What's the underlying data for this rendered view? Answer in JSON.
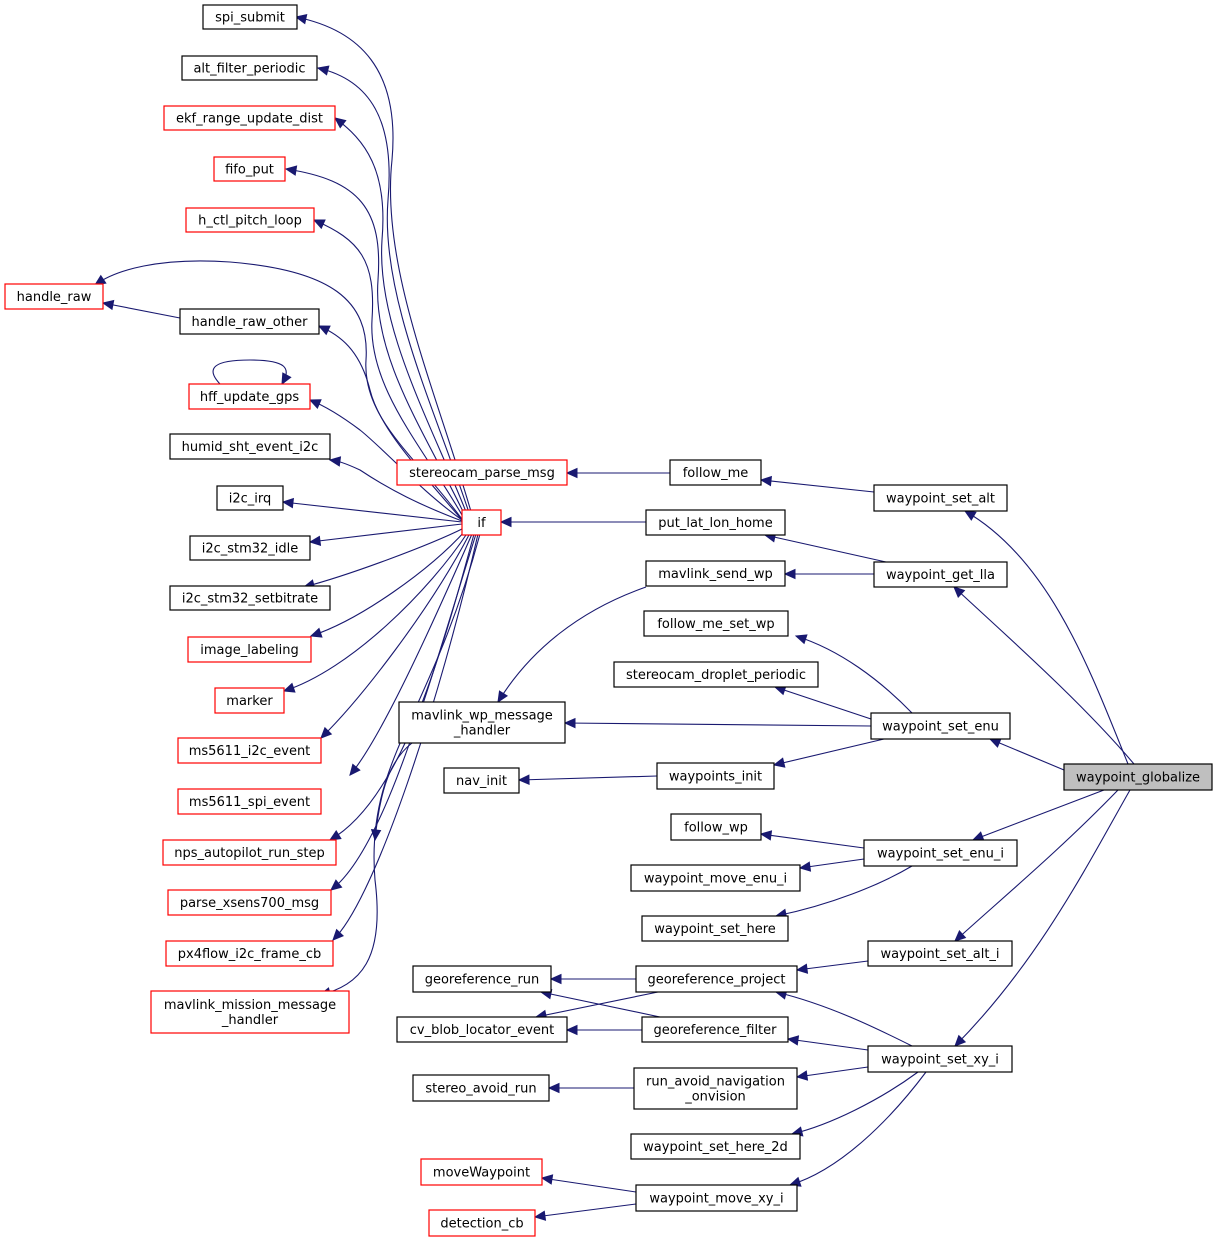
{
  "colors": {
    "edge": "#191970",
    "border_default": "#000000",
    "border_undocumented": "#ff0000",
    "fill_default": "#ffffff",
    "fill_focus": "#bfbfbf"
  },
  "graph": {
    "title": "",
    "nodes": [
      {
        "id": "spi_submit",
        "lines": [
          "spi_submit"
        ],
        "style": "default"
      },
      {
        "id": "alt_filter_periodic",
        "lines": [
          "alt_filter_periodic"
        ],
        "style": "default"
      },
      {
        "id": "ekf_range_update_dist",
        "lines": [
          "ekf_range_update_dist"
        ],
        "style": "undocumented"
      },
      {
        "id": "fifo_put",
        "lines": [
          "fifo_put"
        ],
        "style": "undocumented"
      },
      {
        "id": "h_ctl_pitch_loop",
        "lines": [
          "h_ctl_pitch_loop"
        ],
        "style": "undocumented"
      },
      {
        "id": "handle_raw",
        "lines": [
          "handle_raw"
        ],
        "style": "undocumented"
      },
      {
        "id": "handle_raw_other",
        "lines": [
          "handle_raw_other"
        ],
        "style": "default"
      },
      {
        "id": "hff_update_gps",
        "lines": [
          "hff_update_gps"
        ],
        "style": "undocumented"
      },
      {
        "id": "humid_sht_event_i2c",
        "lines": [
          "humid_sht_event_i2c"
        ],
        "style": "default"
      },
      {
        "id": "i2c_irq",
        "lines": [
          "i2c_irq"
        ],
        "style": "default"
      },
      {
        "id": "i2c_stm32_idle",
        "lines": [
          "i2c_stm32_idle"
        ],
        "style": "default"
      },
      {
        "id": "i2c_stm32_setbitrate",
        "lines": [
          "i2c_stm32_setbitrate"
        ],
        "style": "default"
      },
      {
        "id": "image_labeling",
        "lines": [
          "image_labeling"
        ],
        "style": "undocumented"
      },
      {
        "id": "marker",
        "lines": [
          "marker"
        ],
        "style": "undocumented"
      },
      {
        "id": "ms5611_i2c_event",
        "lines": [
          "ms5611_i2c_event"
        ],
        "style": "undocumented"
      },
      {
        "id": "ms5611_spi_event",
        "lines": [
          "ms5611_spi_event"
        ],
        "style": "undocumented"
      },
      {
        "id": "nps_autopilot_run_step",
        "lines": [
          "nps_autopilot_run_step"
        ],
        "style": "undocumented"
      },
      {
        "id": "parse_xsens700_msg",
        "lines": [
          "parse_xsens700_msg"
        ],
        "style": "undocumented"
      },
      {
        "id": "px4flow_i2c_frame_cb",
        "lines": [
          "px4flow_i2c_frame_cb"
        ],
        "style": "undocumented"
      },
      {
        "id": "mavlink_mission_message_handler",
        "lines": [
          "mavlink_mission_message",
          "_handler"
        ],
        "style": "undocumented"
      },
      {
        "id": "if",
        "lines": [
          "if"
        ],
        "style": "undocumented"
      },
      {
        "id": "stereocam_parse_msg",
        "lines": [
          "stereocam_parse_msg"
        ],
        "style": "undocumented"
      },
      {
        "id": "follow_me",
        "lines": [
          "follow_me"
        ],
        "style": "default"
      },
      {
        "id": "put_lat_lon_home",
        "lines": [
          "put_lat_lon_home"
        ],
        "style": "default"
      },
      {
        "id": "mavlink_send_wp",
        "lines": [
          "mavlink_send_wp"
        ],
        "style": "default"
      },
      {
        "id": "follow_me_set_wp",
        "lines": [
          "follow_me_set_wp"
        ],
        "style": "default"
      },
      {
        "id": "stereocam_droplet_periodic",
        "lines": [
          "stereocam_droplet_periodic"
        ],
        "style": "default"
      },
      {
        "id": "mavlink_wp_message_handler",
        "lines": [
          "mavlink_wp_message",
          "_handler"
        ],
        "style": "default"
      },
      {
        "id": "nav_init",
        "lines": [
          "nav_init"
        ],
        "style": "default"
      },
      {
        "id": "waypoints_init",
        "lines": [
          "waypoints_init"
        ],
        "style": "default"
      },
      {
        "id": "waypoint_set_alt",
        "lines": [
          "waypoint_set_alt"
        ],
        "style": "default"
      },
      {
        "id": "waypoint_get_lla",
        "lines": [
          "waypoint_get_lla"
        ],
        "style": "default"
      },
      {
        "id": "waypoint_set_enu",
        "lines": [
          "waypoint_set_enu"
        ],
        "style": "default"
      },
      {
        "id": "waypoint_globalize",
        "lines": [
          "waypoint_globalize"
        ],
        "style": "focus"
      },
      {
        "id": "follow_wp",
        "lines": [
          "follow_wp"
        ],
        "style": "default"
      },
      {
        "id": "waypoint_move_enu_i",
        "lines": [
          "waypoint_move_enu_i"
        ],
        "style": "default"
      },
      {
        "id": "waypoint_set_here",
        "lines": [
          "waypoint_set_here"
        ],
        "style": "default"
      },
      {
        "id": "waypoint_set_enu_i",
        "lines": [
          "waypoint_set_enu_i"
        ],
        "style": "default"
      },
      {
        "id": "georeference_run",
        "lines": [
          "georeference_run"
        ],
        "style": "default"
      },
      {
        "id": "georeference_project",
        "lines": [
          "georeference_project"
        ],
        "style": "default"
      },
      {
        "id": "waypoint_set_alt_i",
        "lines": [
          "waypoint_set_alt_i"
        ],
        "style": "default"
      },
      {
        "id": "cv_blob_locator_event",
        "lines": [
          "cv_blob_locator_event"
        ],
        "style": "default"
      },
      {
        "id": "georeference_filter",
        "lines": [
          "georeference_filter"
        ],
        "style": "default"
      },
      {
        "id": "waypoint_set_xy_i",
        "lines": [
          "waypoint_set_xy_i"
        ],
        "style": "default"
      },
      {
        "id": "stereo_avoid_run",
        "lines": [
          "stereo_avoid_run"
        ],
        "style": "default"
      },
      {
        "id": "run_avoid_navigation_onvision",
        "lines": [
          "run_avoid_navigation",
          "_onvision"
        ],
        "style": "default"
      },
      {
        "id": "waypoint_set_here_2d",
        "lines": [
          "waypoint_set_here_2d"
        ],
        "style": "default"
      },
      {
        "id": "moveWaypoint",
        "lines": [
          "moveWaypoint"
        ],
        "style": "undocumented"
      },
      {
        "id": "waypoint_move_xy_i",
        "lines": [
          "waypoint_move_xy_i"
        ],
        "style": "default"
      },
      {
        "id": "detection_cb",
        "lines": [
          "detection_cb"
        ],
        "style": "undocumented"
      }
    ],
    "edges": [
      {
        "from": "if",
        "to": "spi_submit"
      },
      {
        "from": "if",
        "to": "alt_filter_periodic"
      },
      {
        "from": "if",
        "to": "ekf_range_update_dist"
      },
      {
        "from": "if",
        "to": "fifo_put"
      },
      {
        "from": "if",
        "to": "h_ctl_pitch_loop"
      },
      {
        "from": "if",
        "to": "handle_raw"
      },
      {
        "from": "handle_raw_other",
        "to": "handle_raw"
      },
      {
        "from": "if",
        "to": "handle_raw_other"
      },
      {
        "from": "hff_update_gps",
        "to": "hff_update_gps"
      },
      {
        "from": "if",
        "to": "hff_update_gps"
      },
      {
        "from": "if",
        "to": "humid_sht_event_i2c"
      },
      {
        "from": "if",
        "to": "i2c_irq"
      },
      {
        "from": "if",
        "to": "i2c_stm32_idle"
      },
      {
        "from": "if",
        "to": "i2c_stm32_setbitrate"
      },
      {
        "from": "if",
        "to": "image_labeling"
      },
      {
        "from": "if",
        "to": "marker"
      },
      {
        "from": "if",
        "to": "ms5611_i2c_event"
      },
      {
        "from": "if",
        "to": "ms5611_spi_event"
      },
      {
        "from": "if",
        "to": "nps_autopilot_run_step"
      },
      {
        "from": "if",
        "to": "parse_xsens700_msg"
      },
      {
        "from": "if",
        "to": "px4flow_i2c_frame_cb"
      },
      {
        "from": "if",
        "to": "mavlink_mission_message_handler"
      },
      {
        "from": "mavlink_wp_message_handler",
        "to": "mavlink_mission_message_handler"
      },
      {
        "from": "follow_me",
        "to": "stereocam_parse_msg"
      },
      {
        "from": "waypoint_set_alt",
        "to": "follow_me"
      },
      {
        "from": "put_lat_lon_home",
        "to": "if"
      },
      {
        "from": "waypoint_get_lla",
        "to": "put_lat_lon_home"
      },
      {
        "from": "mavlink_send_wp",
        "to": "mavlink_wp_message_handler"
      },
      {
        "from": "waypoint_get_lla",
        "to": "mavlink_send_wp"
      },
      {
        "from": "waypoint_set_enu",
        "to": "follow_me_set_wp"
      },
      {
        "from": "waypoint_set_enu",
        "to": "stereocam_droplet_periodic"
      },
      {
        "from": "waypoint_set_enu",
        "to": "mavlink_wp_message_handler"
      },
      {
        "from": "waypoint_set_enu",
        "to": "waypoints_init"
      },
      {
        "from": "waypoints_init",
        "to": "nav_init"
      },
      {
        "from": "waypoint_globalize",
        "to": "waypoint_set_alt"
      },
      {
        "from": "waypoint_globalize",
        "to": "waypoint_get_lla"
      },
      {
        "from": "waypoint_globalize",
        "to": "waypoint_set_enu"
      },
      {
        "from": "waypoint_globalize",
        "to": "waypoint_set_enu_i"
      },
      {
        "from": "waypoint_globalize",
        "to": "waypoint_set_alt_i"
      },
      {
        "from": "waypoint_globalize",
        "to": "waypoint_set_xy_i"
      },
      {
        "from": "waypoint_set_enu_i",
        "to": "follow_wp"
      },
      {
        "from": "waypoint_set_enu_i",
        "to": "waypoint_move_enu_i"
      },
      {
        "from": "waypoint_set_enu_i",
        "to": "waypoint_set_here"
      },
      {
        "from": "waypoint_set_alt_i",
        "to": "georeference_project"
      },
      {
        "from": "georeference_project",
        "to": "georeference_run"
      },
      {
        "from": "georeference_project",
        "to": "cv_blob_locator_event"
      },
      {
        "from": "georeference_filter",
        "to": "georeference_run"
      },
      {
        "from": "georeference_filter",
        "to": "cv_blob_locator_event"
      },
      {
        "from": "waypoint_set_xy_i",
        "to": "georeference_project"
      },
      {
        "from": "waypoint_set_xy_i",
        "to": "georeference_filter"
      },
      {
        "from": "waypoint_set_xy_i",
        "to": "run_avoid_navigation_onvision"
      },
      {
        "from": "waypoint_set_xy_i",
        "to": "waypoint_set_here_2d"
      },
      {
        "from": "waypoint_set_xy_i",
        "to": "waypoint_move_xy_i"
      },
      {
        "from": "run_avoid_navigation_onvision",
        "to": "stereo_avoid_run"
      },
      {
        "from": "waypoint_move_xy_i",
        "to": "moveWaypoint"
      },
      {
        "from": "waypoint_move_xy_i",
        "to": "detection_cb"
      }
    ]
  }
}
